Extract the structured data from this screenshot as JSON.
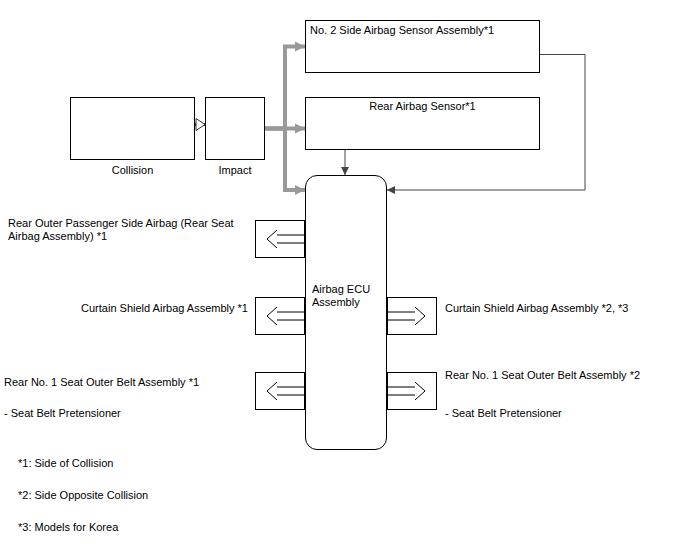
{
  "diagram": {
    "nodes": [
      {
        "text": [
          "No. 2 Side Airbag Sensor Assembly*1"
        ]
      },
      {
        "text": [
          "Rear Airbag Sensor*1"
        ]
      },
      {
        "text": [
          "Collision"
        ]
      },
      {
        "text": [
          "Impact"
        ]
      },
      {
        "text": [
          "Rear Outer Passenger Side Airbag (Rear Seat Airbag Assembly) *1"
        ]
      },
      {
        "text": [
          "Airbag ECU Assembly"
        ]
      },
      {
        "text": [
          "Curtain Shield Airbag Assembly *1"
        ]
      },
      {
        "text": [
          "Curtain Shield Airbag Assembly *2, *3"
        ]
      },
      {
        "text": [
          "Rear No. 1 Seat Outer Belt Assembly *1",
          "- Seat Belt Pretensioner"
        ]
      },
      {
        "text": [
          "Rear No. 1 Seat Outer Belt Assembly *2",
          "- Seat Belt Pretensioner"
        ]
      }
    ],
    "edges": [
      {
        "from": 2,
        "to": 3,
        "arrow": "to"
      },
      {
        "from": 3,
        "to": 0,
        "arrow": "to"
      },
      {
        "from": 3,
        "to": 1,
        "arrow": "to"
      },
      {
        "from": 3,
        "to": 5,
        "arrow": "to"
      },
      {
        "from": 1,
        "to": 5,
        "arrow": "to"
      },
      {
        "from": 0,
        "to": 5,
        "arrow": "to"
      },
      {
        "from": 5,
        "to": 4,
        "arrow": "none"
      },
      {
        "from": 5,
        "to": 6,
        "arrow": "none"
      },
      {
        "from": 5,
        "to": 7,
        "arrow": "none"
      },
      {
        "from": 5,
        "to": 8,
        "arrow": "none"
      },
      {
        "from": 5,
        "to": 9,
        "arrow": "none"
      }
    ],
    "labels": [
      "*1: Side of Collision",
      "*2: Side Opposite Collision",
      "*3: Models for Korea"
    ]
  }
}
